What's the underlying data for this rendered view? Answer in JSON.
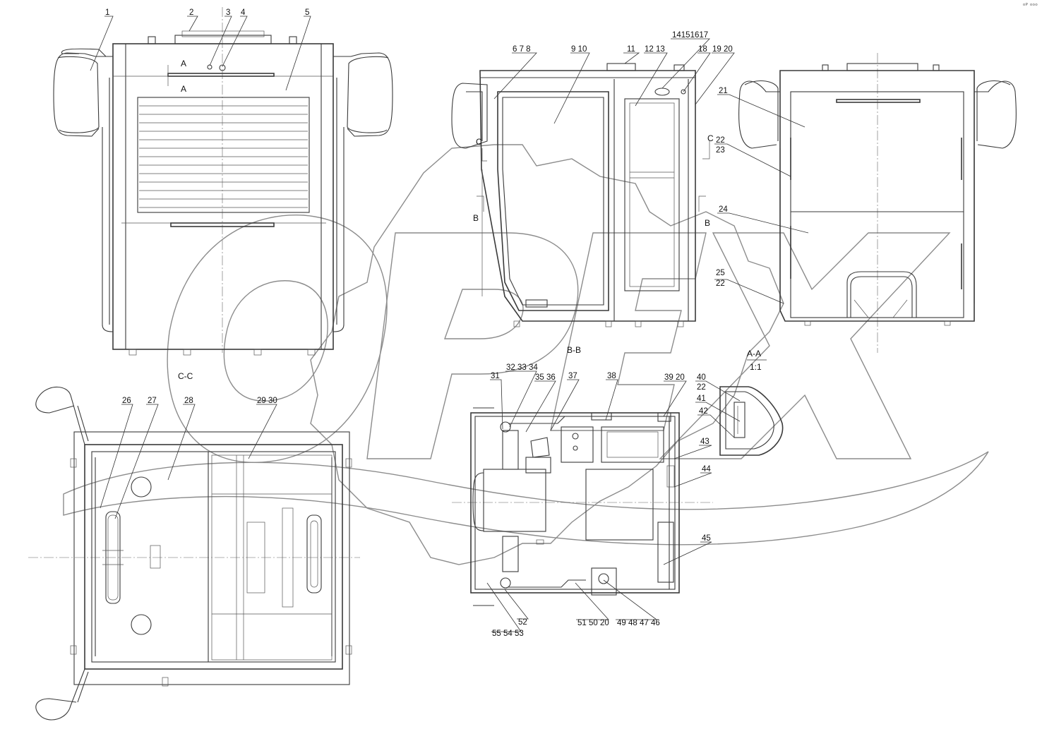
{
  "watermark_text": "OPEX",
  "corner_mark": "ᵒᴾ ᵒᵒᵒ",
  "section_labels": {
    "cc": "C-C",
    "bb": "B-B",
    "aa": "A-A",
    "aa_scale": "1:1",
    "cut_a_top": "A",
    "cut_a_bottom": "A",
    "cut_b_left": "B",
    "cut_b_right": "B",
    "cut_c_left": "C",
    "cut_c_right": "C"
  },
  "callouts": [
    {
      "id": "c1",
      "text": "1"
    },
    {
      "id": "c2",
      "text": "2"
    },
    {
      "id": "c3",
      "text": "3"
    },
    {
      "id": "c4",
      "text": "4"
    },
    {
      "id": "c5",
      "text": "5"
    },
    {
      "id": "c6",
      "text": "6 7 8"
    },
    {
      "id": "c9",
      "text": "9 10"
    },
    {
      "id": "c11",
      "text": "11"
    },
    {
      "id": "c12",
      "text": "12 13"
    },
    {
      "id": "c14",
      "text": "14151617"
    },
    {
      "id": "c18",
      "text": "18"
    },
    {
      "id": "c19",
      "text": "19 20"
    },
    {
      "id": "c21",
      "text": "21"
    },
    {
      "id": "c22a",
      "text": "22"
    },
    {
      "id": "c23",
      "text": "23"
    },
    {
      "id": "c24",
      "text": "24"
    },
    {
      "id": "c25",
      "text": "25"
    },
    {
      "id": "c22b",
      "text": "22"
    },
    {
      "id": "c26",
      "text": "26"
    },
    {
      "id": "c27",
      "text": "27"
    },
    {
      "id": "c28",
      "text": "28"
    },
    {
      "id": "c29",
      "text": "29 30"
    },
    {
      "id": "c31",
      "text": "31"
    },
    {
      "id": "c32",
      "text": "32 33 34"
    },
    {
      "id": "c35",
      "text": "35 36"
    },
    {
      "id": "c37",
      "text": "37"
    },
    {
      "id": "c38",
      "text": "38"
    },
    {
      "id": "c39",
      "text": "39 20"
    },
    {
      "id": "c40",
      "text": "40"
    },
    {
      "id": "c22c",
      "text": "22"
    },
    {
      "id": "c41",
      "text": "41"
    },
    {
      "id": "c42",
      "text": "42"
    },
    {
      "id": "c43",
      "text": "43"
    },
    {
      "id": "c44",
      "text": "44"
    },
    {
      "id": "c45",
      "text": "45"
    },
    {
      "id": "c52",
      "text": "52"
    },
    {
      "id": "c55",
      "text": "55 54 53"
    },
    {
      "id": "c51",
      "text": "51 50 20"
    },
    {
      "id": "c49",
      "text": "49 48 47 46"
    }
  ]
}
